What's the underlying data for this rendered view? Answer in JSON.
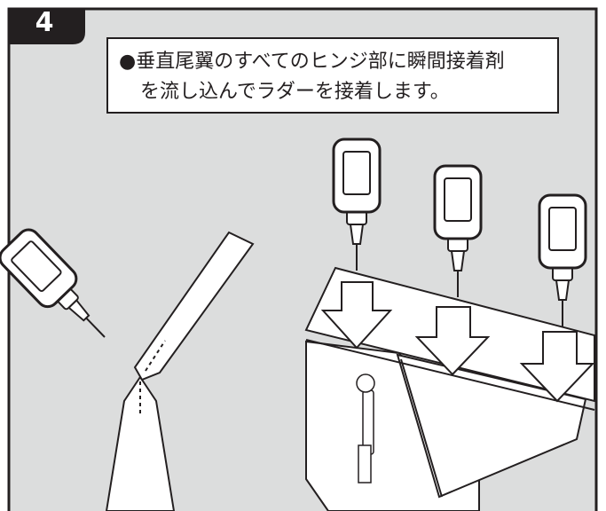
{
  "step": {
    "number": "4"
  },
  "instruction": {
    "line1": "●垂直尾翼のすべてのヒンジ部に瞬間接着剤",
    "line2": "を流し込んでラダーを接着します。"
  },
  "colors": {
    "panel_bg": "#dcdddd",
    "outline": "#231f20",
    "badge": "#231f20",
    "fill": "#ffffff"
  },
  "icons": {
    "glue_bottle": "glue-bottle-icon",
    "arrow": "down-arrow-icon"
  }
}
